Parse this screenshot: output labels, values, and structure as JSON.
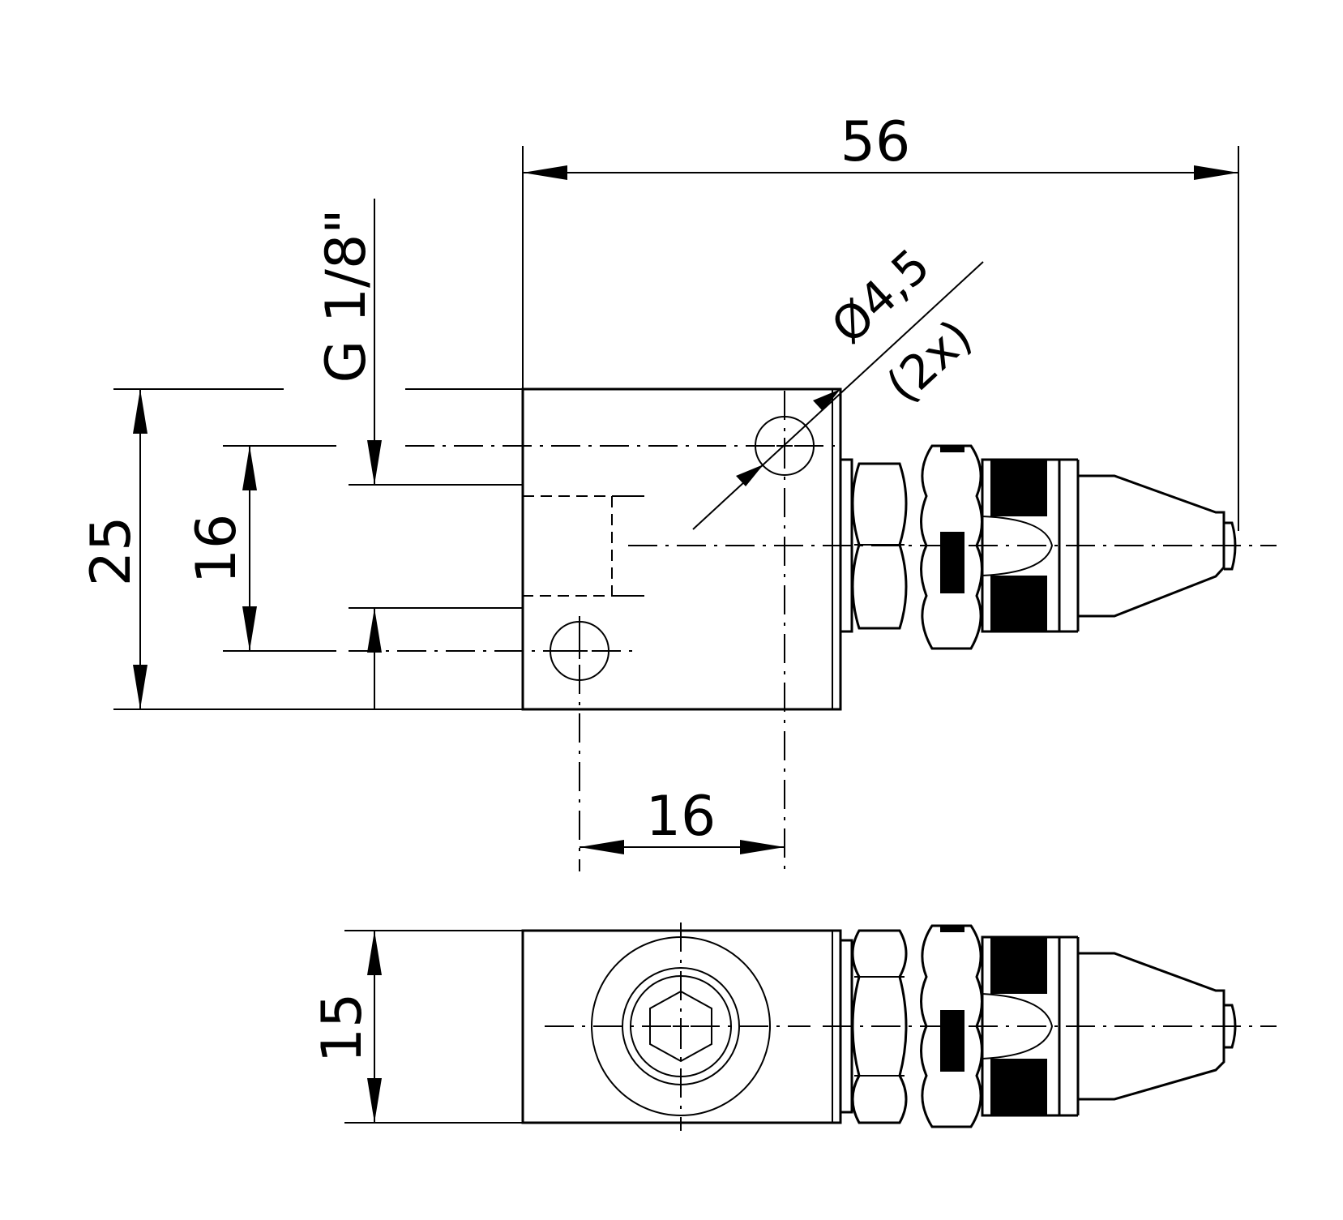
{
  "dimensions": {
    "overall_length": "56",
    "thread": "G 1/8\"",
    "height": "25",
    "hole_vertical_spacing": "16",
    "hole_horizontal_spacing": "16",
    "hole_diameter": "Ø4,5",
    "hole_count": "(2x)",
    "thickness": "15"
  },
  "colors": {
    "line": "#000000",
    "background": "#ffffff"
  }
}
